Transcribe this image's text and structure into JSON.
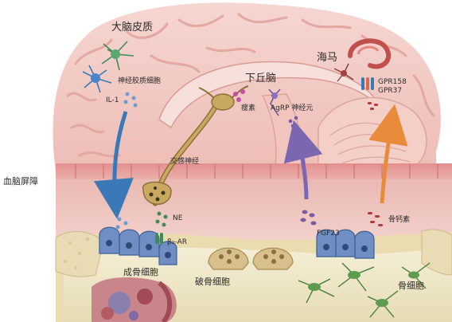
{
  "labels": {
    "cerebral_cortex": "大脑皮质",
    "glial_cells": "神经胶质细胞",
    "il1": "IL-1",
    "hypothalamus": "下丘脑",
    "leptin": "瘦素",
    "agrp": "AgRP 神经元",
    "hippocampus": "海马",
    "gpr158": "GPR158",
    "gpr37": "GPR37",
    "sympathetic": "交感神经",
    "bbb": "血脑屏障",
    "ne": "NE",
    "b2ar": "β₂-AR",
    "fgf23": "FGF23",
    "osteocalcin": "骨钙素",
    "osteoblast": "成骨细胞",
    "osteoclast": "破骨细胞",
    "osteocyte": "骨细胞"
  },
  "colors": {
    "brain": "#f2c9c3",
    "brain_fold": "#e7b1aa",
    "barrier": "#e9a2a0",
    "blood": "#efc5bf",
    "bone": "#efe6c8",
    "osteoblast": "#6f8fc4",
    "osteoclast": "#d7c08e",
    "osteocyte": "#5d9b4f",
    "arrow_blue": "#3a79b8",
    "arrow_purple": "#7b67b0",
    "arrow_orange": "#e88b3a",
    "nerve": "#b99452",
    "dots_green": "#3f8a5a",
    "dots_purple": "#7a5aa3",
    "dots_red": "#b03a3a",
    "il1_dots": "#6e9ccf"
  },
  "icons": [
    "glial-cell-icon",
    "neuron-icon",
    "receptor-icon",
    "arrow-icon",
    "bone-cell-icon"
  ]
}
